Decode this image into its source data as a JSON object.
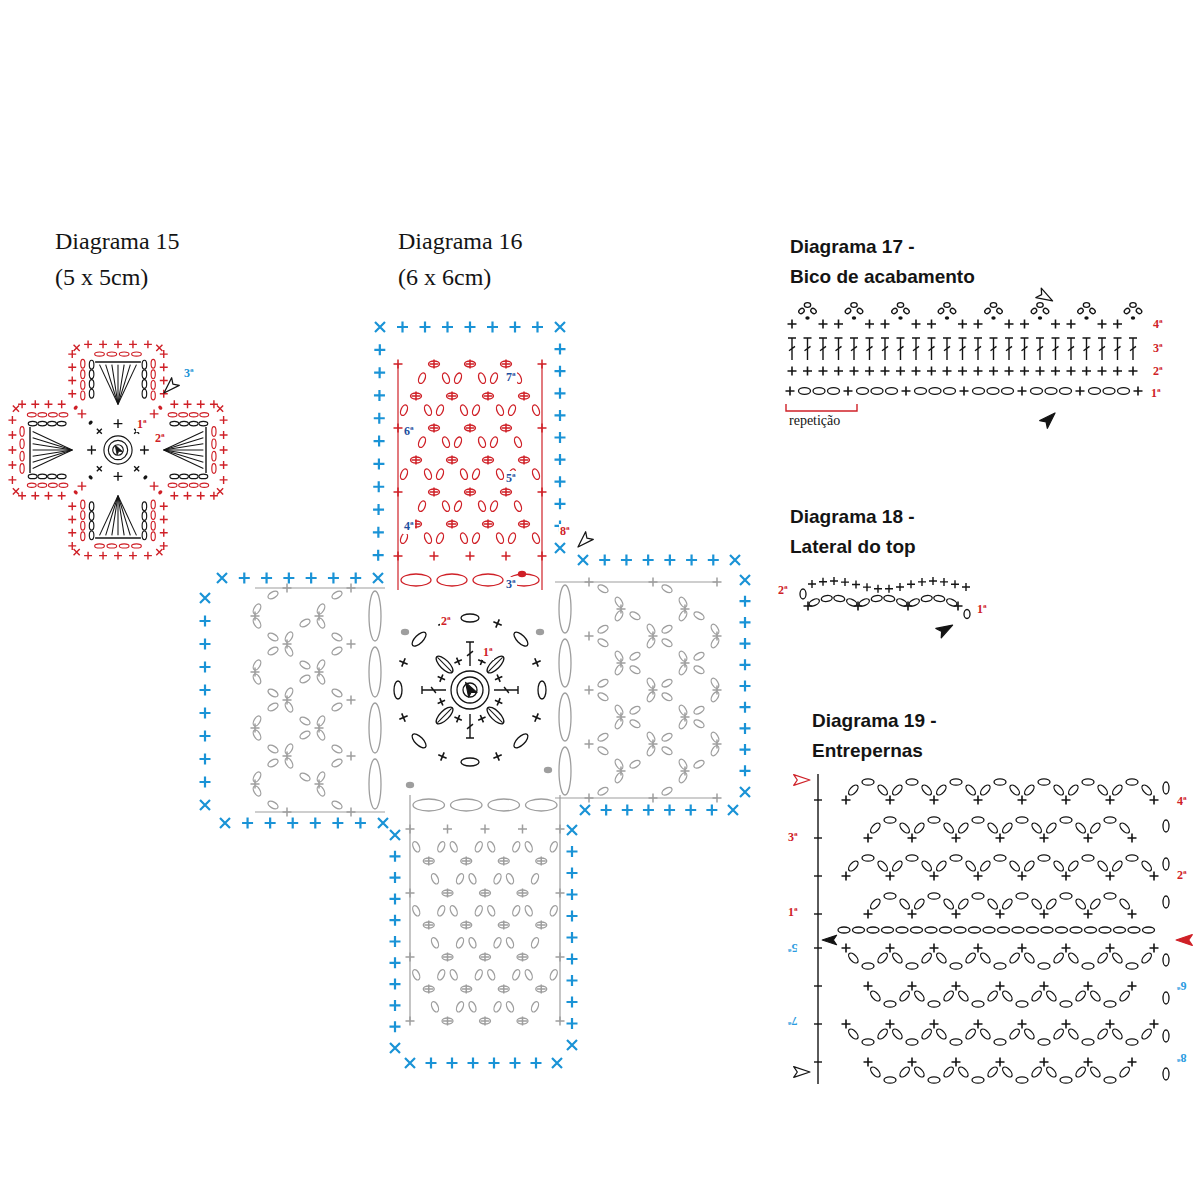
{
  "diagram": {
    "labels": [
      "Diagrama 15",
      "(5 x 5cm)",
      "3ª",
      "1ª",
      "2ª",
      "Diagrama 16",
      "(6 x 6cm)",
      "7ª",
      "6ª",
      "5ª",
      "4ª",
      "8ª",
      "3ª",
      "2ª",
      "1ª",
      "Diagrama 17 -",
      "Bico de acabamento",
      "4ª",
      "3ª",
      "2ª",
      "1ª",
      "repetição",
      "Diagrama 18 -",
      "Lateral do top",
      "2ª",
      "1ª",
      "Diagrama 19 -",
      "Entrepernas",
      "4ª",
      "3ª",
      "2ª",
      "1ª",
      "5ª",
      "6ª",
      "7ª",
      "8ª"
    ]
  }
}
